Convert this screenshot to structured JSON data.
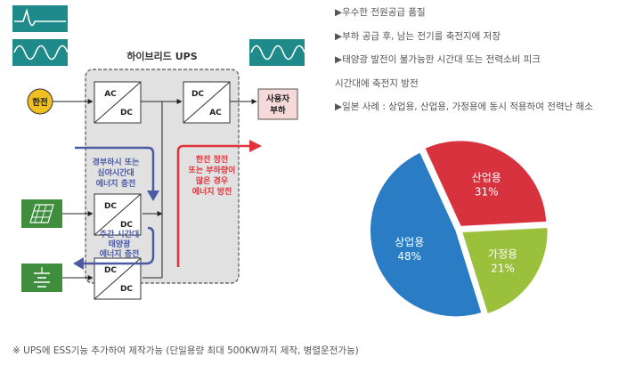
{
  "diagram": {
    "title": "하이브리드 UPS",
    "grid_label": "한전",
    "load_label": [
      "사용자",
      "부하"
    ],
    "converter_labels": {
      "ac_dc": [
        "AC",
        "DC"
      ],
      "dc_ac": [
        "DC",
        "AC"
      ],
      "dc_dc_top": [
        "DC",
        "DC"
      ],
      "dc_dc_bottom": [
        "DC",
        "DC"
      ]
    },
    "blue_note_1": [
      "경부하시 또는",
      "심야시간대",
      "에너지 충전"
    ],
    "blue_note_2": [
      "주간 시간대",
      "태양광",
      "에너지 충전"
    ],
    "red_note": [
      "한전 정전",
      "또는 부하량이",
      "많은 경우",
      "에너지 방전"
    ],
    "colors": {
      "blue": "#4a5aa3",
      "red": "#e0333a",
      "teal": "#1f8a8a",
      "green": "#3e8e3e",
      "grid_yellow": "#f0c020"
    }
  },
  "bullets": [
    "▶우수한 전원공급 품질",
    "▶부하 공급 후, 남는 전기를 축전지에 저장",
    "▶태양광 발전이 불가능한 시간대 또는 전력소비 피크",
    "시간대에 축전지 방전",
    "▶일본 사례 : 상업용, 산업용, 가정용에 동시 적용하여 전력난 해소"
  ],
  "chart_data": {
    "type": "pie",
    "categories": [
      "산업용",
      "가정용",
      "상업용"
    ],
    "values": [
      31,
      21,
      48
    ],
    "value_labels": [
      "31%",
      "21%",
      "48%"
    ],
    "colors": [
      "#d8323f",
      "#9bc13c",
      "#2a7cc4"
    ]
  },
  "footnote": "※ UPS에 ESS기능 추가하여 제작가능 (단일용량 최대 500KW까지 제작, 병렬운전가능)"
}
